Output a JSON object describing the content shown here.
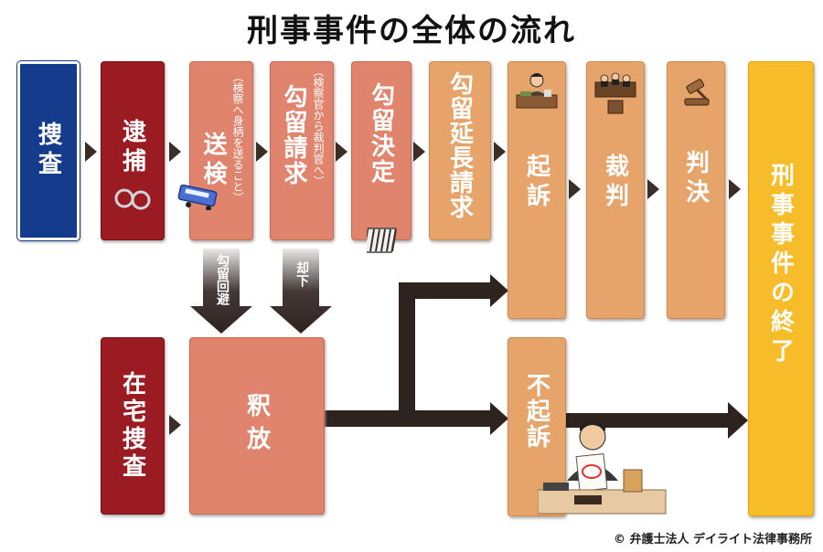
{
  "title": "刑事事件の全体の流れ",
  "steps": {
    "sousa": "捜査",
    "taiho": "逮捕",
    "souken_main": "送検",
    "souken_sub": "（検察へ身柄を送ること）",
    "kouryu_seikyu_main": "勾留請求",
    "kouryu_seikyu_sub": "（検察官から裁判官へ）",
    "kouryu_kettei": "勾留決定",
    "kouryu_encho": "勾留延長請求",
    "kiso": "起訴",
    "saiban": "裁判",
    "hanketsu": "判決",
    "shuryo": "刑事事件の終了",
    "zaitaku": "在宅捜査",
    "shakuho": "釈放",
    "fukiso": "不起訴"
  },
  "arrows": {
    "kouryu_kaihi": "勾留回避",
    "kyakka": "却下"
  },
  "icons": {
    "handcuffs": "handcuffs-icon",
    "bus": "police-bus-icon",
    "jail": "jail-cell-icon",
    "prosecutor": "prosecutor-desk-icon",
    "court": "courtroom-icon",
    "gavel": "gavel-icon",
    "fukiso_prosecutor": "prosecutor-with-documents-icon"
  },
  "colors": {
    "navy": "#143b8c",
    "dark_red": "#9b1b22",
    "salmon": "#e0846d",
    "tan": "#e7a46a",
    "yellow": "#f7bc2a",
    "arrow": "#2f2320"
  },
  "copyright": "© 弁護士法人 デイライト法律事務所"
}
